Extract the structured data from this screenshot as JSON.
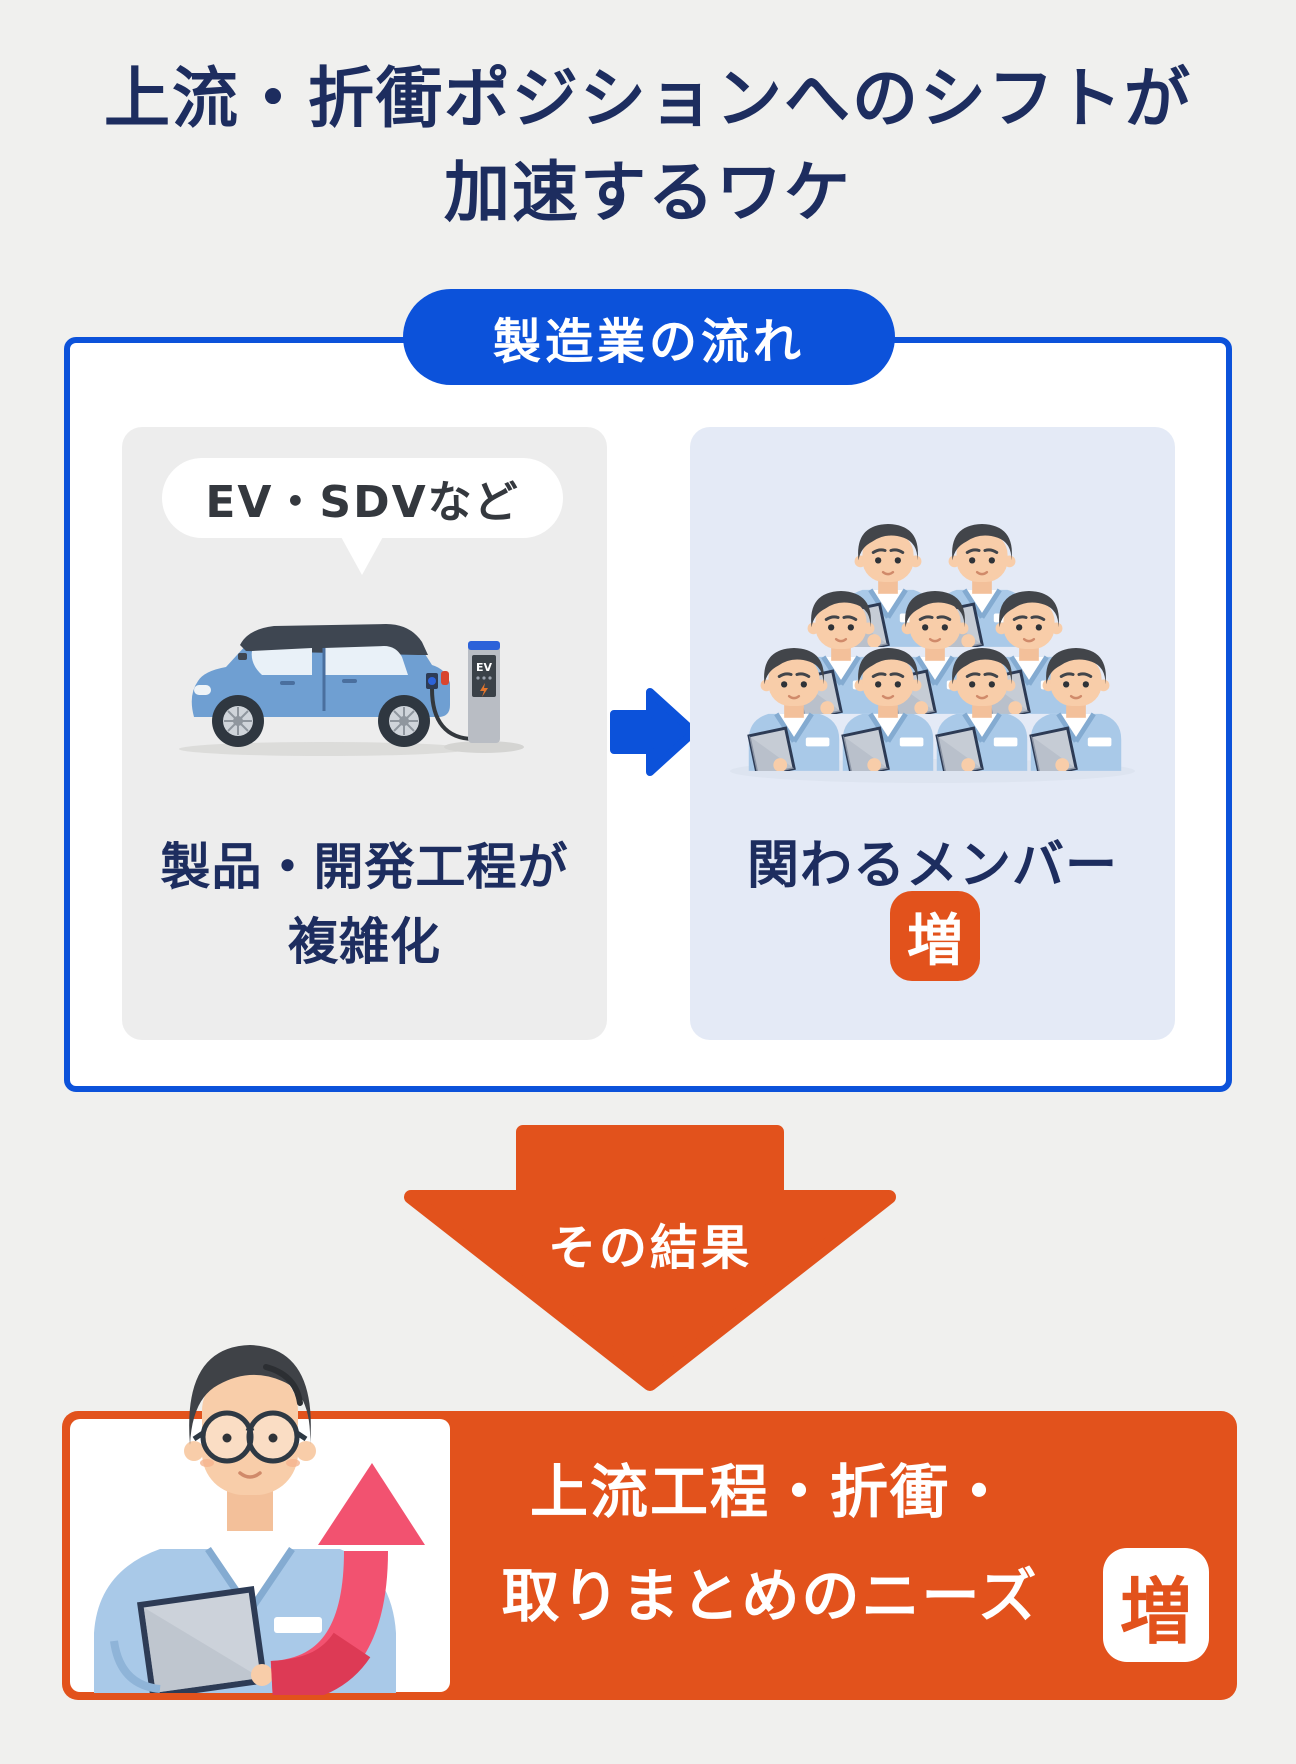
{
  "title": {
    "line1": "上流・折衝ポジションへのシフトが",
    "line2": "加速するワケ"
  },
  "flow_box": {
    "label": "製造業の流れ",
    "left_panel": {
      "bubble_text": "EV・SDVなど",
      "caption_line1": "製品・開発工程が",
      "caption_line2": "複雑化",
      "charger_label": "EV"
    },
    "right_panel": {
      "caption": "関わるメンバー",
      "badge": "増",
      "workers_count": "9"
    }
  },
  "result_arrow": {
    "label": "その結果"
  },
  "banner": {
    "line1": "上流工程・折衝・",
    "line2": "取りまとめのニーズ",
    "badge": "増"
  },
  "colors": {
    "page_bg": "#f0f0ee",
    "navy_text": "#1d2d5f",
    "blue_accent": "#0c52da",
    "orange_accent": "#e2521c",
    "pink_arrow": "#f25270",
    "left_panel_bg": "#ededed",
    "right_panel_bg": "#e4eaf6"
  }
}
